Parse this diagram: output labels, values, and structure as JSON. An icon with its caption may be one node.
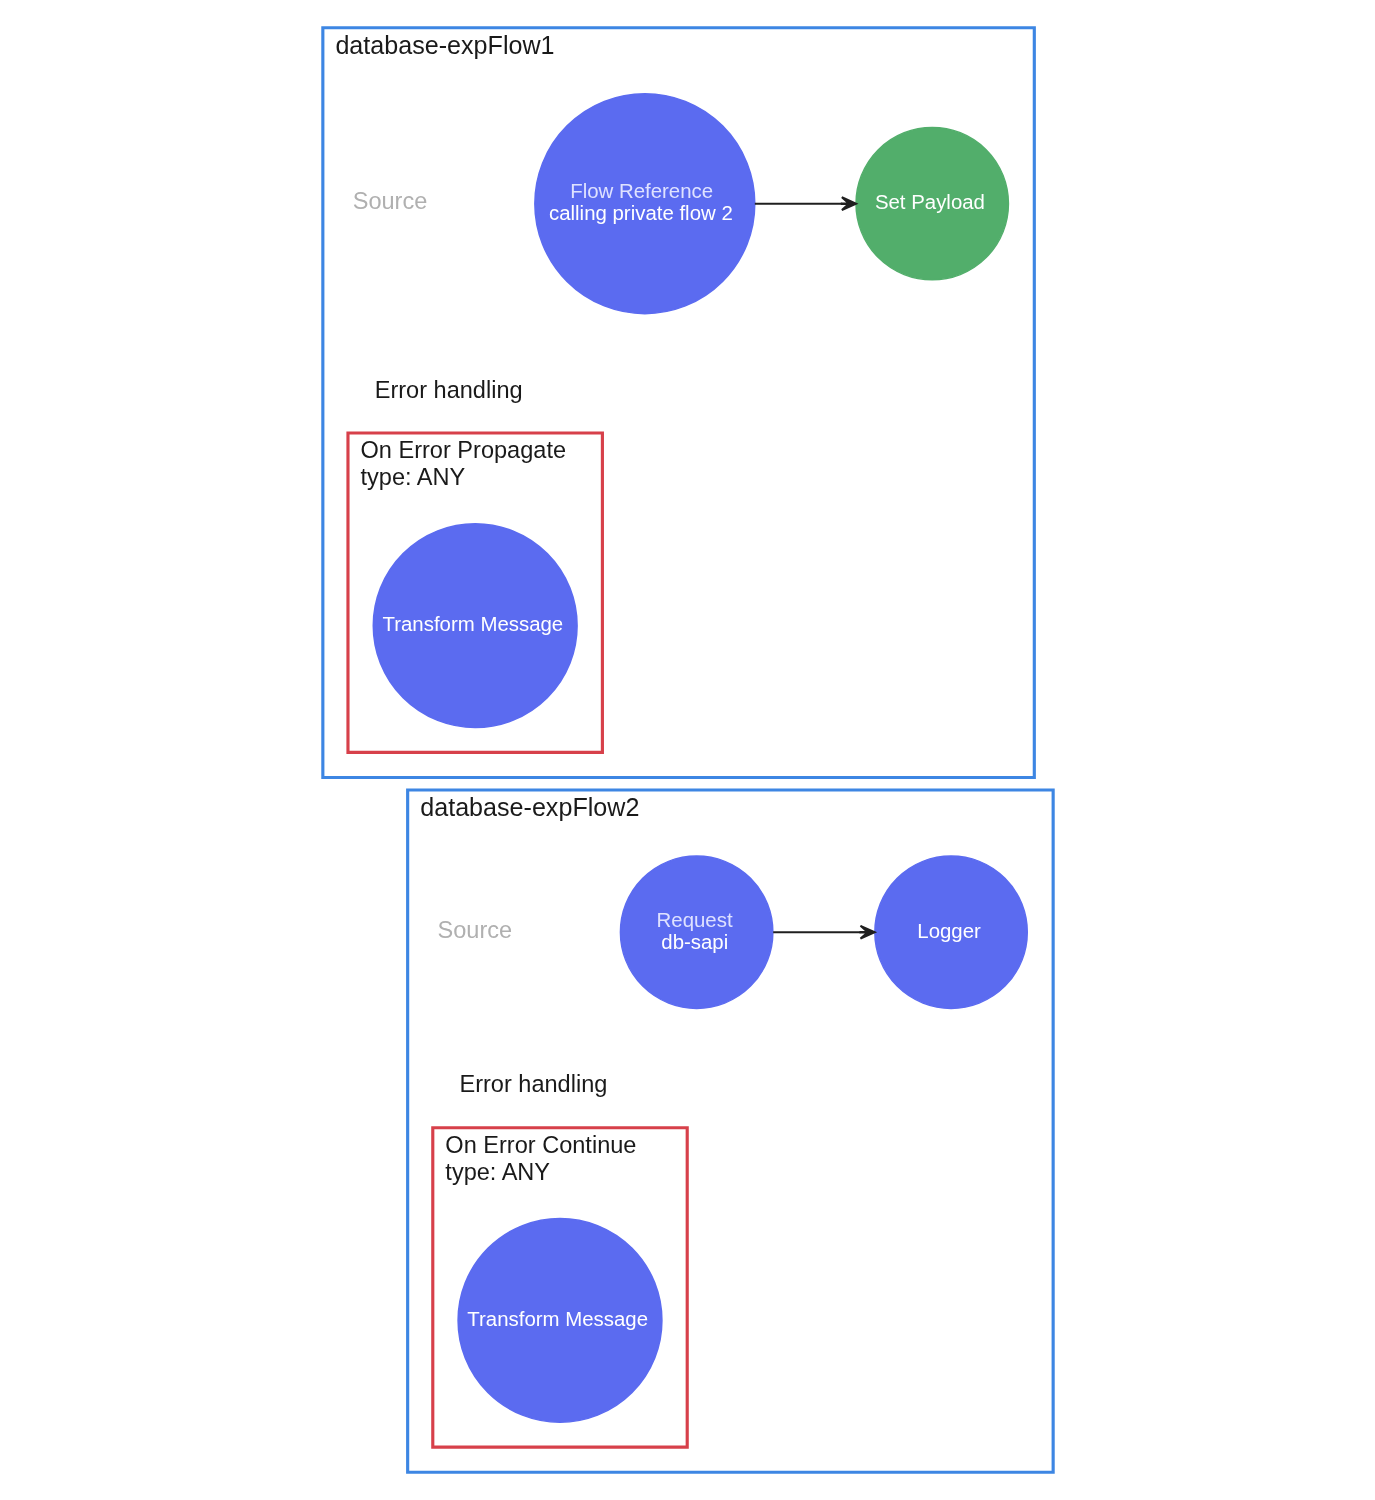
{
  "diagram": {
    "nodes": [
      {
        "text": [
          "database-expFlow1"
        ]
      },
      {
        "text": [
          "Flow Reference",
          "calling private flow 2"
        ],
        "in": 0
      },
      {
        "text": [
          "Set Payload"
        ],
        "in": 0
      },
      {
        "text": [
          "On Error Propagate",
          "type: ANY"
        ],
        "in": 0
      },
      {
        "text": [
          "Transform Message"
        ],
        "in": 3
      },
      {
        "text": [
          "database-expFlow2"
        ]
      },
      {
        "text": [
          "Request",
          "db-sapi"
        ],
        "in": 5
      },
      {
        "text": [
          "Logger"
        ],
        "in": 5
      },
      {
        "text": [
          "On Error Continue",
          "type: ANY"
        ],
        "in": 5
      },
      {
        "text": [
          "Transform Message"
        ],
        "in": 8
      }
    ],
    "edges": [
      {
        "from": 1,
        "to": 2,
        "arrow": "to"
      },
      {
        "from": 6,
        "to": 7,
        "arrow": "to"
      }
    ],
    "labels": [
      "Source",
      "Error handling",
      "Source",
      "Error handling"
    ]
  }
}
